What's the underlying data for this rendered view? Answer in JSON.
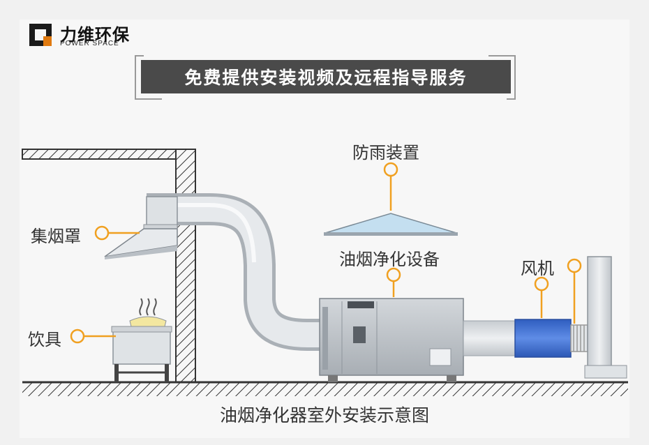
{
  "logo": {
    "name_cn": "力维环保",
    "name_en": "POWER SPACE"
  },
  "banner": {
    "text": "免费提供安装视频及远程指导服务"
  },
  "labels": {
    "hood": "集烟罩",
    "stove": "饮具",
    "rain_cover": "防雨装置",
    "purifier": "油烟净化设备",
    "fan": "风机"
  },
  "caption": "油烟净化器室外安装示意图",
  "colors": {
    "accent": "#f0a020",
    "banner_bg": "#4a4a4a",
    "fan_blue": "#3f6fd0",
    "duct": "#d4d8dc",
    "unit": "#b9bec3"
  }
}
